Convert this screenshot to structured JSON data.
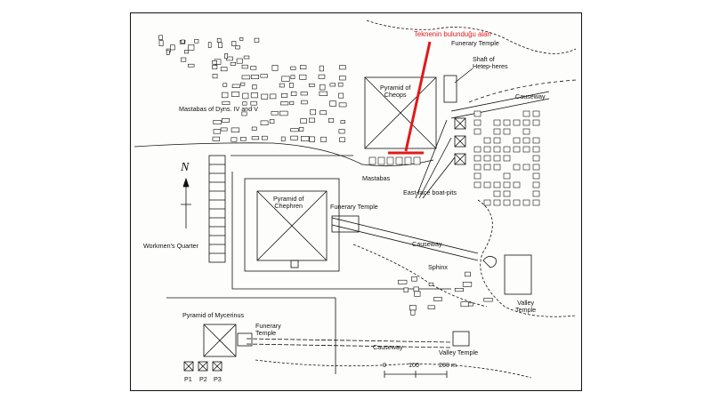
{
  "colors": {
    "ink": "#111111",
    "highlight": "#e01b1b",
    "paper": "#fdfdfb"
  },
  "annotation": {
    "text": "Teknenin bulunduğu alan"
  },
  "labels": {
    "funerary_temple_cheops": "Funerary Temple",
    "shaft": "Shaft of\nHetep-heres",
    "causeway_top": "Causeway",
    "pyramid_cheops": "Pyramid of\nCheops",
    "mastabas_dyns": "Mastabas of Dyns. IV and V",
    "mastabas": "Mastabas",
    "boat_pits": "East-face boat-pits",
    "pyramid_chephren": "Pyramid of\nChephren",
    "funerary_temple_chephren": "Funerary Temple",
    "workmens_quarter": "Workmen's Quarter",
    "causeway_mid": "Causeway",
    "sphinx": "Sphinx",
    "valley_temple_chephren": "Valley\nTemple",
    "pyramid_mycerinus": "Pyramid of Mycerinus",
    "funerary_temple_mycerinus": "Funerary\nTemple",
    "causeway_bottom": "Causeway",
    "valley_temple_mycerinus": "Valley Temple",
    "p1": "P1",
    "p2": "P2",
    "p3": "P3",
    "north": "N"
  },
  "scale_bar": {
    "ticks": [
      "0",
      "100",
      "200 m"
    ]
  }
}
